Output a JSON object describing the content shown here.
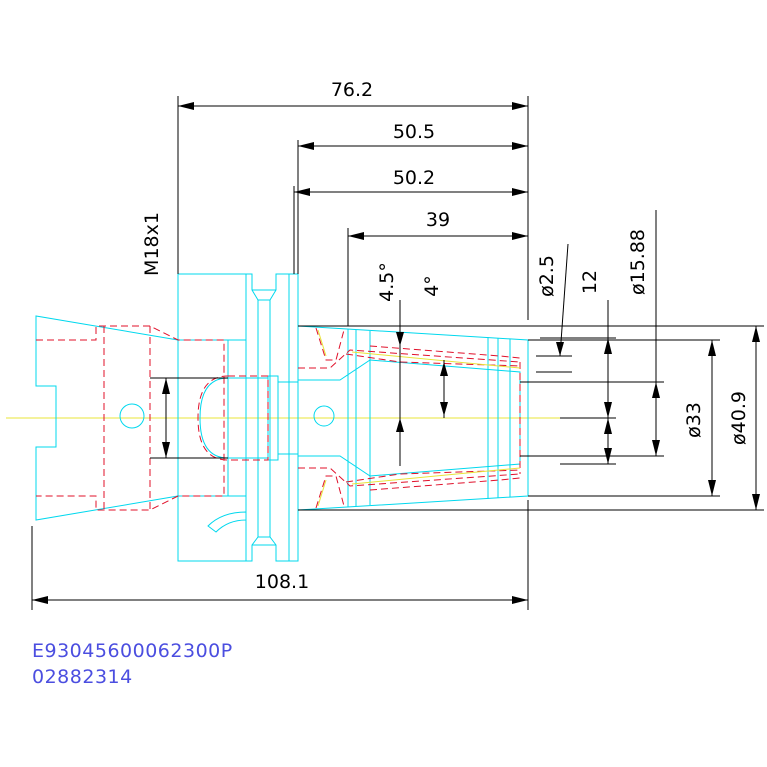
{
  "dimensions": {
    "d1": "76.2",
    "d2": "50.5",
    "d3": "50.2",
    "d4": "39",
    "d5": "108.1",
    "thread": "M18x1",
    "angle1": "4.5°",
    "angle2": "4°",
    "dia1": "ø2.5",
    "len12": "12",
    "dia2": "ø15.88",
    "dia3": "ø33",
    "dia4": "ø40.9"
  },
  "part_numbers": {
    "line1": "E93045600062300P",
    "line2": "02882314"
  },
  "colors": {
    "outline": "#00d8ee",
    "hidden": "#e0102a",
    "center": "#e8e43a",
    "dimension": "#000000",
    "part_text": "#4b4ee0"
  }
}
